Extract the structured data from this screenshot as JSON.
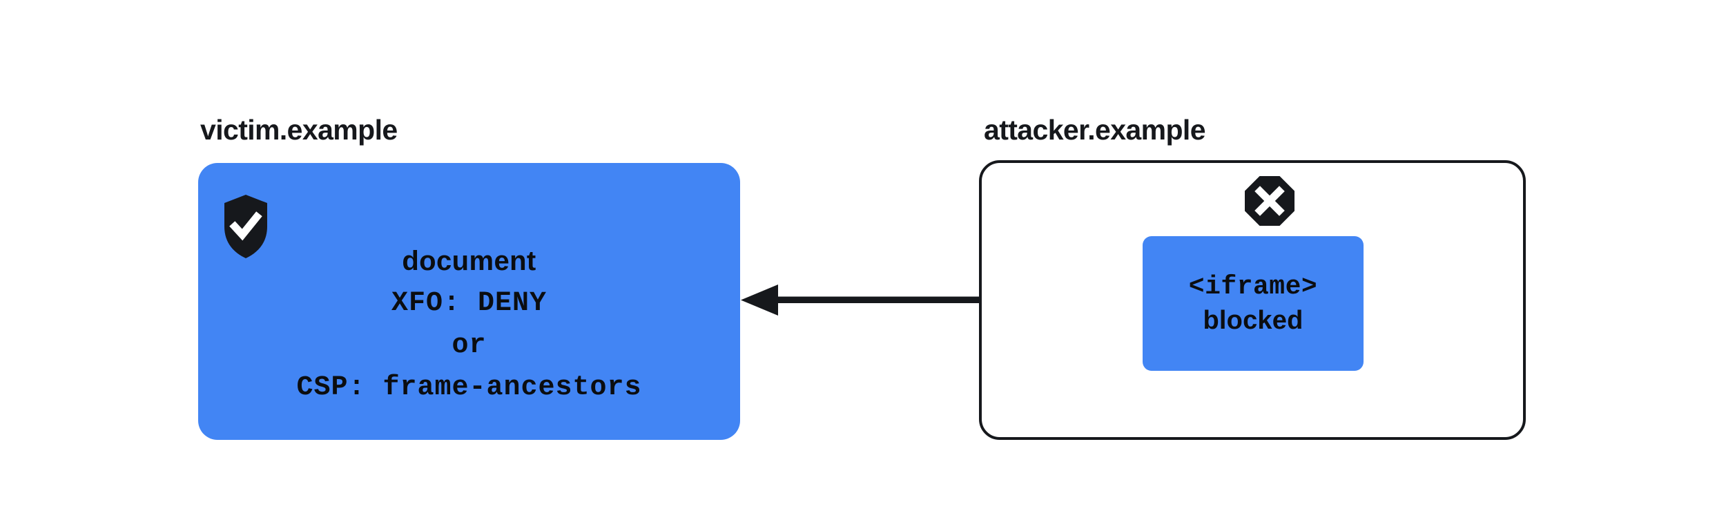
{
  "diagram": {
    "title": "X-Frame-Options / CSP frame-ancestors blocking a cross-origin iframe",
    "background_color": "#ffffff",
    "accent_blue": "#4285F4",
    "ink_color": "#16181C"
  },
  "victim": {
    "origin_label": "victim.example",
    "shield_icon": "shield-check-icon",
    "card": {
      "background_color": "#4285F4",
      "lines": [
        {
          "text": "document",
          "style": "sans"
        },
        {
          "text": "XFO: DENY",
          "style": "mono"
        },
        {
          "text": "or",
          "style": "mono"
        },
        {
          "text": "CSP: frame-ancestors",
          "style": "mono"
        }
      ]
    }
  },
  "attacker": {
    "origin_label": "attacker.example",
    "frame": {
      "border_color": "#16181C",
      "background_color": "#ffffff"
    },
    "blocked_icon": "octagon-x-icon",
    "iframe_card": {
      "background_color": "#4285F4",
      "lines": [
        {
          "text": "<iframe>",
          "style": "mono"
        },
        {
          "text": "blocked",
          "style": "sans"
        }
      ]
    }
  },
  "arrow": {
    "name": "blocked-navigation-arrow",
    "direction": "right-to-left",
    "color": "#16181C"
  }
}
